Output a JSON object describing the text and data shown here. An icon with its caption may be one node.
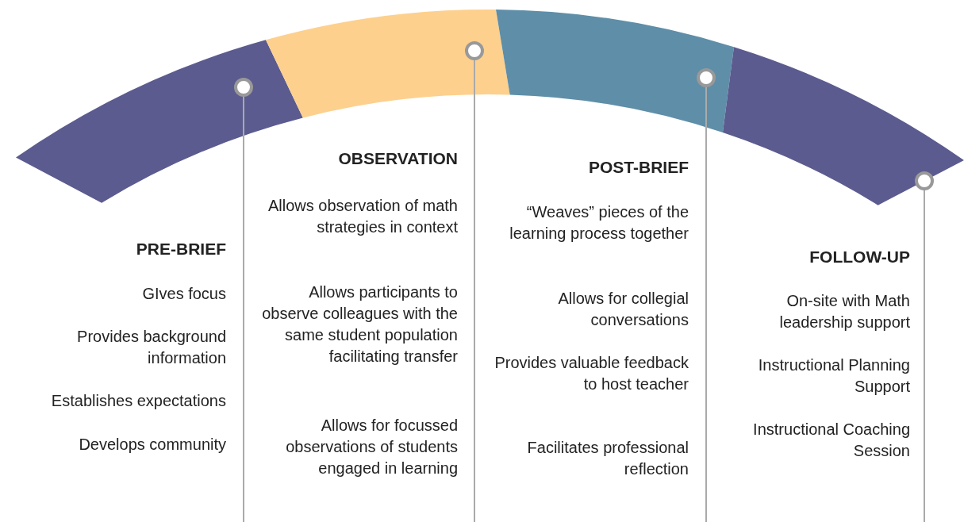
{
  "diagram": {
    "nodes": [
      {
        "text": [
          "PRE-BRIEF",
          "GIves focus",
          "Provides background information",
          "Establishes expectations",
          "Develops community"
        ]
      },
      {
        "text": [
          "OBSERVATION",
          "Allows observation of math strategies in context",
          "Allows participants to observe colleagues with the same student population facilitating transfer",
          "Allows for focussed observations of students engaged in learning"
        ]
      },
      {
        "text": [
          "POST-BRIEF",
          "“Weaves” pieces of the learning process together",
          "Allows for collegial conversations",
          "Provides valuable feedback to host teacher",
          "Facilitates professional reflection"
        ]
      },
      {
        "text": [
          "FOLLOW-UP",
          "On-site with Math leadership support",
          "Instructional Planning Support",
          "Instructional Coaching Session"
        ]
      }
    ],
    "edges": []
  }
}
